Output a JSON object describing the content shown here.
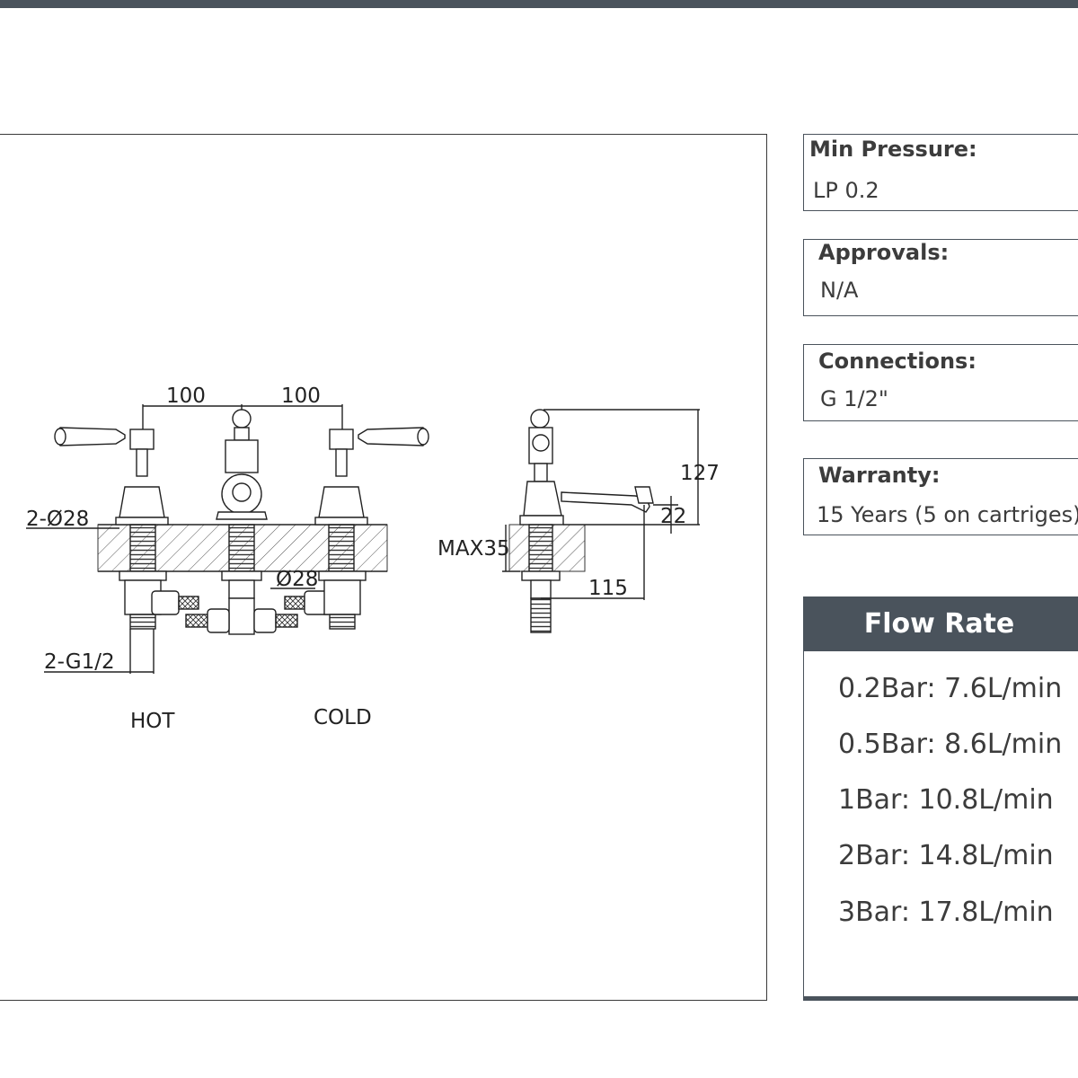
{
  "diagram": {
    "dimensions": {
      "spacing_left": "100",
      "spacing_right": "100",
      "hole_dia": "2-Ø28",
      "center_dia": "Ø28",
      "inlet": "2-G1/2",
      "label_hot": "HOT",
      "label_cold": "COLD",
      "height": "127",
      "spout_height": "22",
      "max_deck": "MAX35",
      "reach": "115"
    }
  },
  "specs": [
    {
      "label": "Min Pressure:",
      "value": "LP 0.2"
    },
    {
      "label": "Approvals:",
      "value": "N/A"
    },
    {
      "label": "Connections:",
      "value": "G 1/2\""
    },
    {
      "label": "Warranty:",
      "value": "15 Years (5 on cartriges)"
    }
  ],
  "flow_rate": {
    "title": "Flow Rate",
    "rows": [
      "0.2Bar: 7.6L/min",
      "0.5Bar: 8.6L/min",
      "1Bar: 10.8L/min",
      "2Bar: 14.8L/min",
      "3Bar: 17.8L/min"
    ]
  },
  "colors": {
    "accent": "#4a535c",
    "line": "#222222"
  }
}
